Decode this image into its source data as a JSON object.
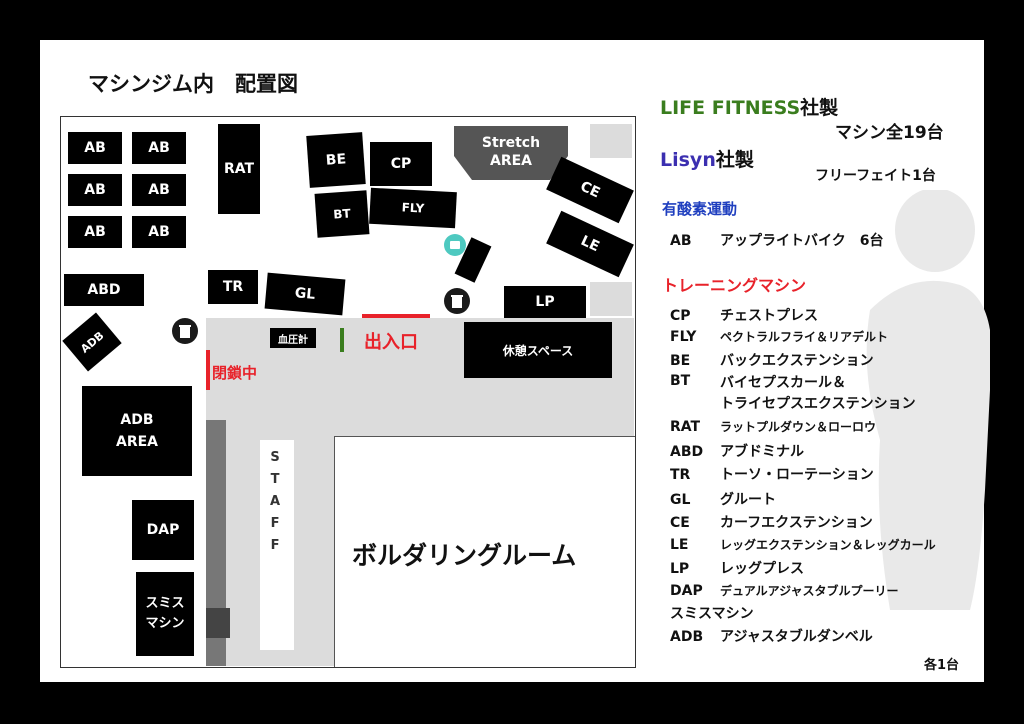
{
  "title": "マシンジム内　配置図",
  "brands": {
    "life": {
      "name": "LIFE FITNESS",
      "suffix": "社製",
      "count": "マシン全19台",
      "color": "#3a7d1e"
    },
    "lisyn": {
      "name": "Lisyn",
      "suffix": "社製",
      "count": "フリーフェイト1台",
      "color": "#3b2fb0"
    }
  },
  "legend": {
    "cardio_heading": "有酸素運動",
    "cardio_color": "#1f3fbf",
    "cardio_items": [
      {
        "abbr": "AB",
        "desc": "アップライトバイク　6台"
      }
    ],
    "training_heading": "トレーニングマシン",
    "training_color": "#e8222a",
    "training_items": [
      {
        "abbr": "CP",
        "desc": "チェストプレス"
      },
      {
        "abbr": "FLY",
        "desc": "ペクトラルフライ＆リアデルト"
      },
      {
        "abbr": "BE",
        "desc": "バックエクステンション"
      },
      {
        "abbr": "BT",
        "desc": "バイセプスカール＆\nトライセプスエクステンション"
      },
      {
        "abbr": "RAT",
        "desc": "ラットプルダウン＆ローロウ"
      },
      {
        "abbr": "ABD",
        "desc": "アブドミナル"
      },
      {
        "abbr": "TR",
        "desc": "トーソ・ローテーション"
      },
      {
        "abbr": "GL",
        "desc": "グルート"
      },
      {
        "abbr": "CE",
        "desc": "カーフエクステンション"
      },
      {
        "abbr": "LE",
        "desc": "レッグエクステンション＆レッグカール"
      },
      {
        "abbr": "LP",
        "desc": "レッグプレス"
      },
      {
        "abbr": "DAP",
        "desc": "デュアルアジャスタブルプーリー"
      },
      {
        "abbr": "",
        "desc": "スミスマシン"
      },
      {
        "abbr": "ADB",
        "desc": "アジャスタブルダンベル"
      }
    ],
    "footnote": "各1台"
  },
  "map": {
    "ab_label": "AB",
    "rat": "RAT",
    "be": "BE",
    "cp": "CP",
    "bt": "BT",
    "fly": "FLY",
    "stretch": "Stretch\nAREA",
    "ce": "CE",
    "le": "LE",
    "abd": "ABD",
    "tr": "TR",
    "gl": "GL",
    "lp": "LP",
    "adb_machine": "ADB",
    "bp_monitor": "血圧計",
    "entrance": "出入口",
    "entrance_color": "#e8222a",
    "rest_space": "休憩スペース",
    "closed": "閉鎖中",
    "adb_area": "ADB\nAREA",
    "staff": "S\nT\nA\nF\nF",
    "dap": "DAP",
    "smith": "スミス\nマシン",
    "bouldering": "ボルダリングルーム"
  }
}
